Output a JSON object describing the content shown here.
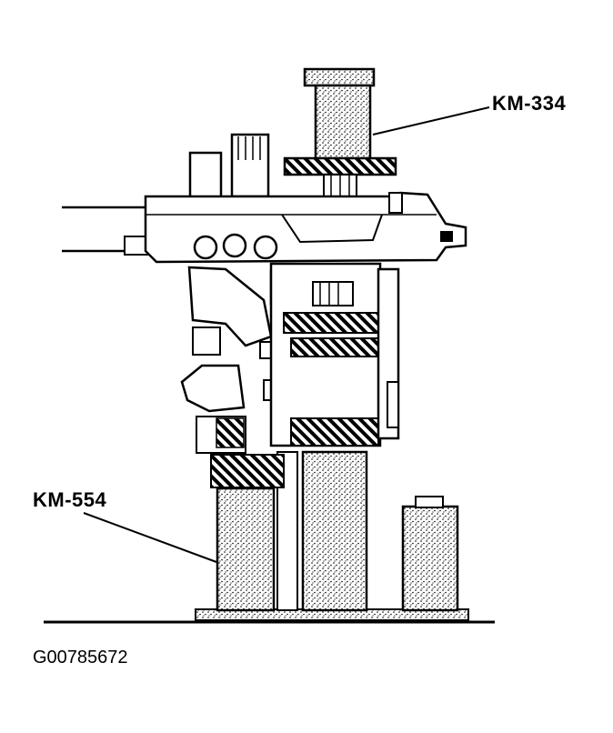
{
  "diagram": {
    "callouts": {
      "km334": "KM-334",
      "km554": "KM-554"
    },
    "figure_id": "G00785672"
  },
  "colors": {
    "ink": "#000000",
    "paper": "#ffffff"
  }
}
